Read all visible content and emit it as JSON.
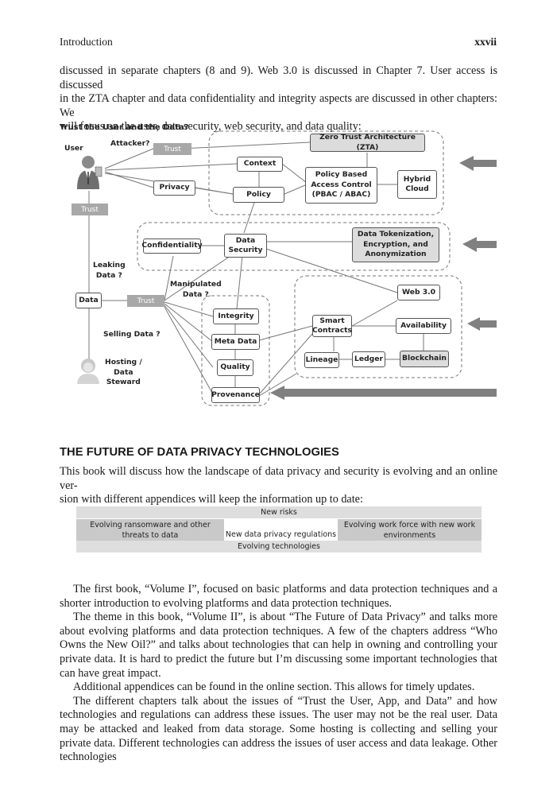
{
  "header": {
    "left": "Introduction",
    "right": "xxvii"
  },
  "intro_paragraph": [
    "discussed in separate chapters (8 and 9). Web 3.0 is discussed in Chapter 7. User access is discussed",
    "in the ZTA chapter and data confidentiality and integrity aspects are discussed in other chapters: We",
    "will focus on the user, data security, web security, and data quality:"
  ],
  "diagram": {
    "title": "Trust the User and the Data?",
    "labels": {
      "user": "User",
      "attacker": "Attacker?",
      "leaking": "Leaking\nData ?",
      "manipulated": "Manipulated\nData ?",
      "selling": "Selling Data ?",
      "hosting": "Hosting /\nData\nSteward"
    },
    "trust_label": "Trust",
    "boxes": {
      "zta": "Zero Trust Architecture (ZTA)",
      "context": "Context",
      "privacy": "Privacy",
      "policy": "Policy",
      "pbac": "Policy Based\nAccess Control\n(PBAC / ABAC)",
      "hybrid": "Hybrid\nCloud",
      "confidentiality": "Confidentiality",
      "data_security": "Data\nSecurity",
      "tokenization": "Data Tokenization,\nEncryption, and\nAnonymization",
      "data": "Data",
      "web3": "Web 3.0",
      "integrity": "Integrity",
      "smart_contracts": "Smart\nContracts",
      "availability": "Availability",
      "meta_data": "Meta Data",
      "quality": "Quality",
      "lineage": "Lineage",
      "ledger": "Ledger",
      "blockchain": "Blockchain",
      "provenance": "Provenance"
    }
  },
  "section_title": "THE FUTURE OF DATA PRIVACY TECHNOLOGIES",
  "section_intro": [
    "This book will discuss how the landscape of data privacy and security is evolving and an online ver-",
    "sion with different appendices will keep the information up to date:"
  ],
  "table": {
    "top": "New risks",
    "col1": "Evolving ransomware and other\nthreats to data",
    "col2": "New data privacy regulations",
    "col3": "Evolving work force with new work\nenvironments",
    "bottom": "Evolving technologies"
  },
  "paragraphs": [
    "The first book, “Volume I”, focused on basic platforms and data protection techniques and a shorter introduction to evolving platforms and data protection techniques.",
    "The theme in this book, “Volume II”, is about “The Future of Data Privacy” and talks more about evolving platforms and data protection techniques. A few of the chapters address “Who Owns the New Oil?” and talks about technologies that can help in owning and controlling your private data. It is hard to predict the future but I’m discussing some important technologies that can have great impact.",
    "Additional appendices can be found in the online section. This allows for timely updates.",
    "The different chapters talk about the issues of “Trust the User, App, and Data” and how technologies and regulations can address these issues. The user may not be the real user. Data may be attacked and leaked from data storage. Some hosting is collecting and selling your private data. Different technologies can address the issues of user access and data leakage. Other technologies"
  ]
}
